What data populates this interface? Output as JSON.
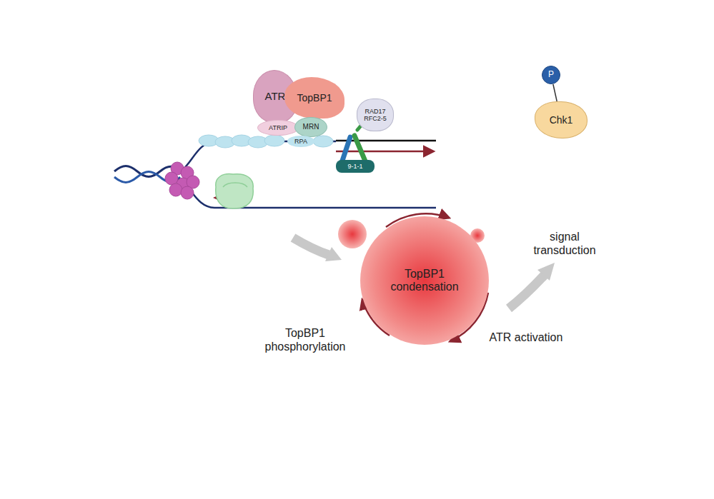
{
  "diagram": {
    "nodes": [
      {
        "text": [
          "ATR"
        ]
      },
      {
        "text": [
          "ATRIP"
        ]
      },
      {
        "text": [
          "TopBP1"
        ]
      },
      {
        "text": [
          "MRN"
        ]
      },
      {
        "text": [
          "RPA"
        ]
      },
      {
        "text": [
          "RAD17 RFC2-5"
        ]
      },
      {
        "text": [
          "9-1-1"
        ]
      },
      {
        "text": [
          "P"
        ]
      },
      {
        "text": [
          "Chk1"
        ]
      },
      {
        "text": [
          "TopBP1 condensation"
        ]
      }
    ],
    "edges": [
      {
        "from": 7,
        "to": 8,
        "arrow": "none"
      }
    ],
    "labels": [
      "signal transduction",
      "TopBP1 phosphorylation",
      "ATR activation"
    ]
  }
}
